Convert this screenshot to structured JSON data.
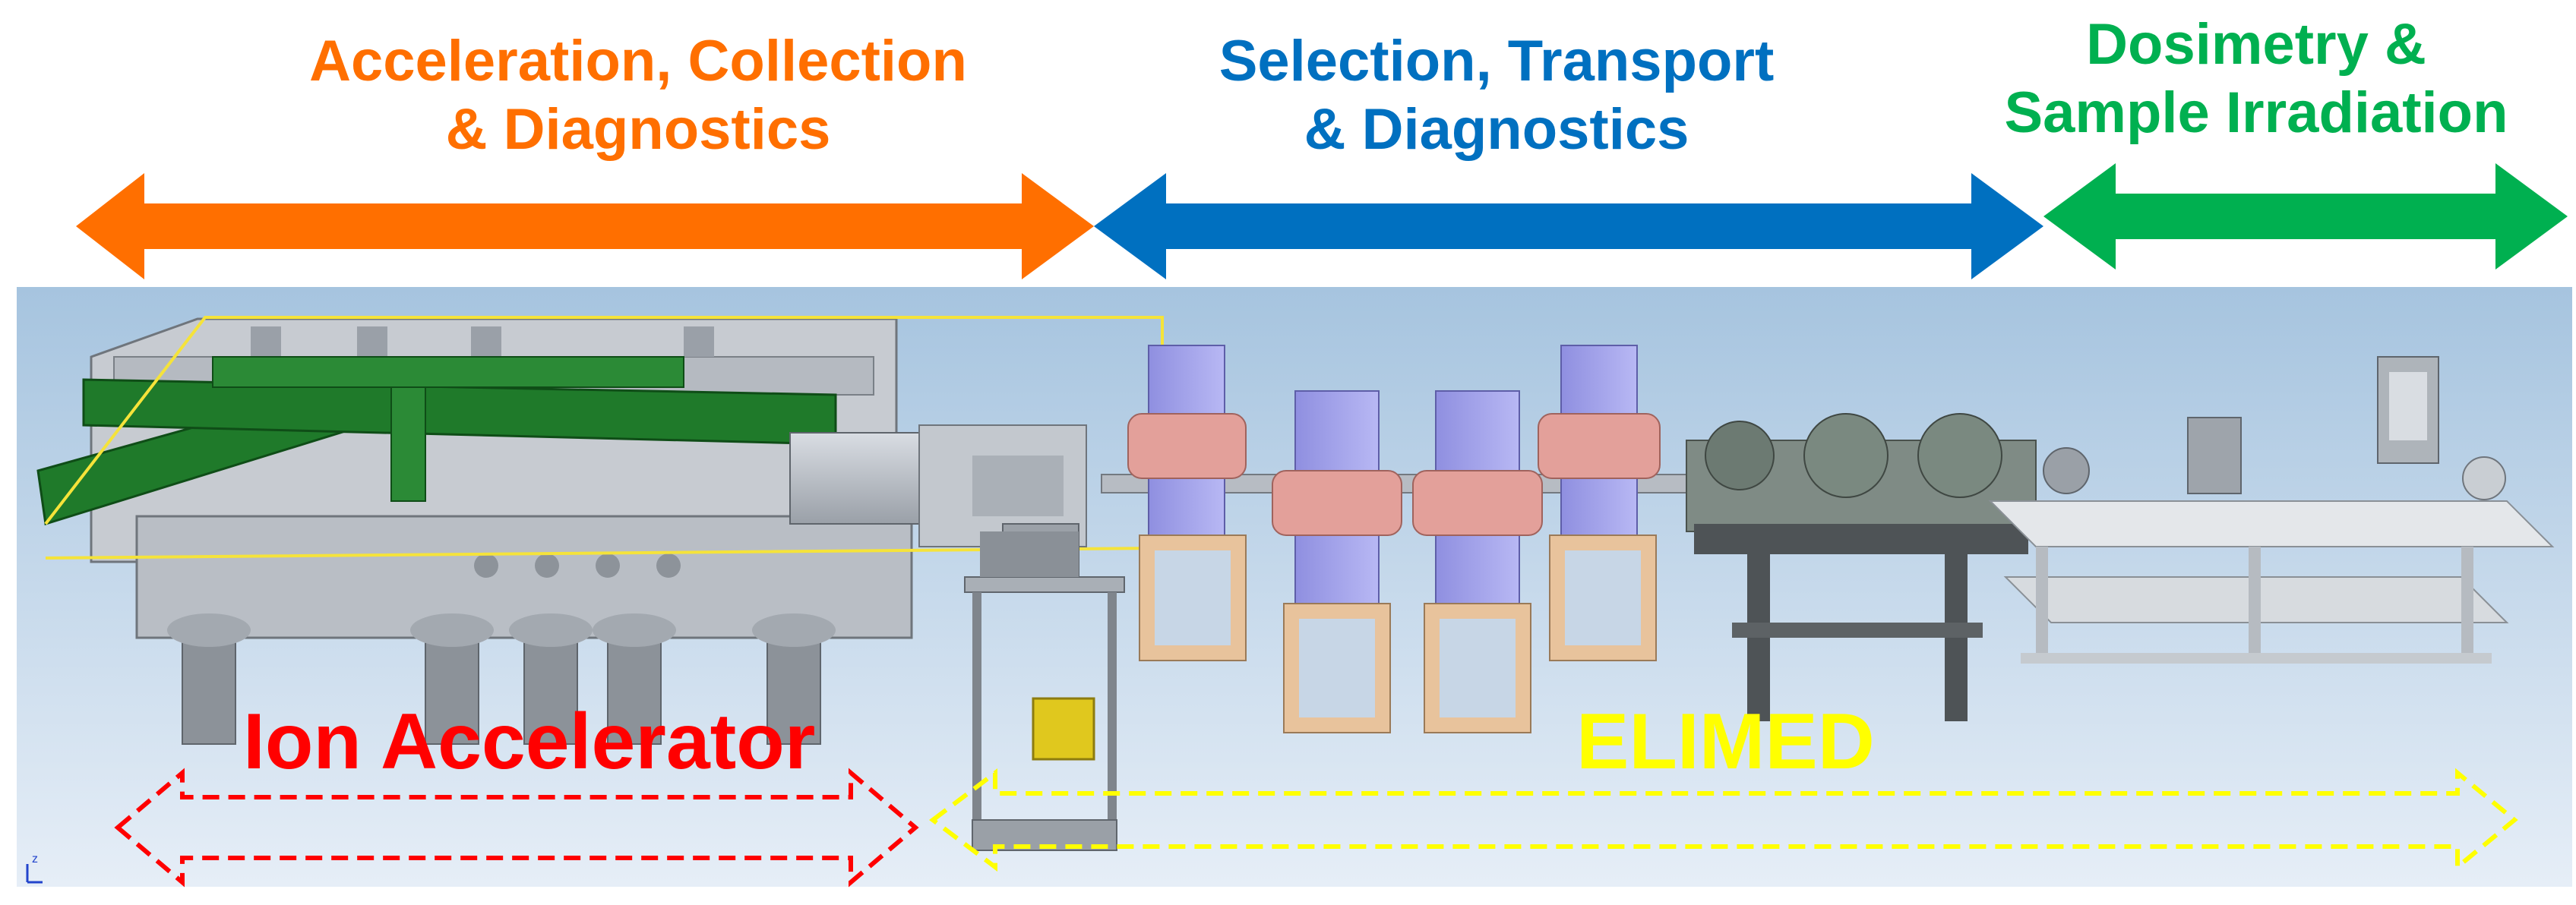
{
  "sections": [
    {
      "line1": "Acceleration, Collection",
      "line2": "& Diagnostics",
      "color": "#ff6f00"
    },
    {
      "line1": "Selection, Transport",
      "line2": "& Diagnostics",
      "color": "#0070c0"
    },
    {
      "line1": "Dosimetry &",
      "line2": "Sample Irradiation",
      "color": "#00b050"
    }
  ],
  "groups": [
    {
      "label": "Ion Accelerator",
      "color": "#ff0000"
    },
    {
      "label": "ELIMED",
      "color": "#ffff00"
    }
  ],
  "scene": {
    "background_top": "#a6c4df",
    "background_bottom": "#e6eef7",
    "axis_marker": "z"
  }
}
